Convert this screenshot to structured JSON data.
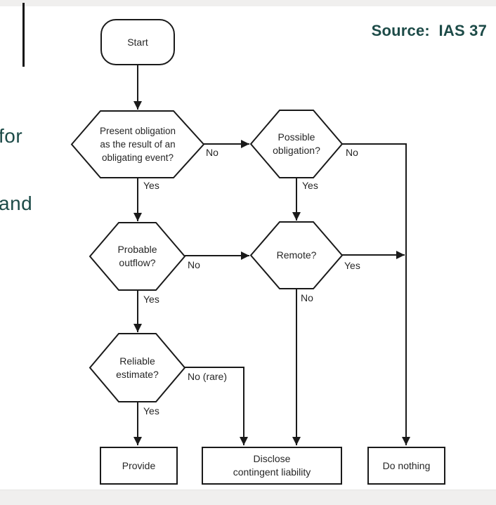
{
  "page": {
    "source_label": "Source:  IAS 37",
    "left_text_fragments": {
      "line1": "for",
      "line2": "and"
    },
    "colors": {
      "accent_teal": "#1d4b48",
      "diagram_stroke": "#1a1a1a",
      "strip_gray": "#f0efee",
      "background": "#ffffff"
    }
  },
  "flowchart": {
    "nodes": {
      "start": {
        "label": "Start"
      },
      "present_obligation": {
        "lines": [
          "Present obligation",
          "as the result of an",
          "obligating event?"
        ]
      },
      "possible_obligation": {
        "lines": [
          "Possible",
          "obligation?"
        ]
      },
      "probable_outflow": {
        "lines": [
          "Probable",
          "outflow?"
        ]
      },
      "remote": {
        "label": "Remote?"
      },
      "reliable_estimate": {
        "lines": [
          "Reliable",
          "estimate?"
        ]
      },
      "provide": {
        "label": "Provide"
      },
      "disclose": {
        "lines": [
          "Disclose",
          "contingent liability"
        ]
      },
      "do_nothing": {
        "label": "Do nothing"
      }
    },
    "edge_labels": {
      "present_no": "No",
      "present_yes": "Yes",
      "possible_no": "No",
      "possible_yes": "Yes",
      "probable_no": "No",
      "probable_yes": "Yes",
      "remote_yes": "Yes",
      "remote_no": "No",
      "reliable_no": "No (rare)",
      "reliable_yes": "Yes"
    }
  }
}
